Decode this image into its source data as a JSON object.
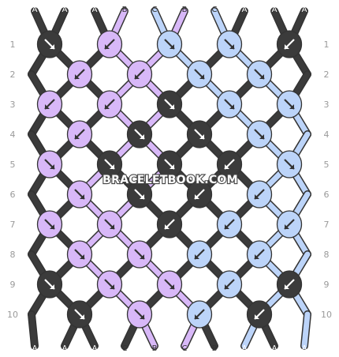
{
  "colors": {
    "A": "#3b3b3b",
    "B": "#d8b8f8",
    "C": "#bcd4f9",
    "outline": "#333333",
    "row_label": "#9a9a9a"
  },
  "strings_top": [
    "A",
    "A",
    "A",
    "B",
    "C",
    "B",
    "C",
    "A",
    "A",
    "A"
  ],
  "strings_bottom": [
    "A",
    "A",
    "A",
    "C",
    "B",
    "C",
    "B",
    "A",
    "A",
    "A"
  ],
  "row_labels": [
    "1",
    "2",
    "3",
    "4",
    "5",
    "6",
    "7",
    "8",
    "9",
    "10"
  ],
  "watermark": "BRACELETBOOK.COM",
  "rows": [
    {
      "start": 0,
      "knots": [
        {
          "c": "A",
          "d": "R"
        },
        {
          "c": "B",
          "d": "L"
        },
        {
          "c": "C",
          "d": "R"
        },
        {
          "c": "C",
          "d": "R"
        },
        {
          "c": "A",
          "d": "L"
        }
      ]
    },
    {
      "start": 1,
      "knots": [
        {
          "c": "B",
          "d": "L"
        },
        {
          "c": "B",
          "d": "L"
        },
        {
          "c": "C",
          "d": "R"
        },
        {
          "c": "C",
          "d": "R"
        }
      ]
    },
    {
      "start": 0,
      "knots": [
        {
          "c": "B",
          "d": "L"
        },
        {
          "c": "B",
          "d": "L"
        },
        {
          "c": "A",
          "d": "R"
        },
        {
          "c": "C",
          "d": "R"
        },
        {
          "c": "C",
          "d": "R"
        }
      ]
    },
    {
      "start": 1,
      "knots": [
        {
          "c": "B",
          "d": "L"
        },
        {
          "c": "A",
          "d": "R"
        },
        {
          "c": "A",
          "d": "R"
        },
        {
          "c": "C",
          "d": "R"
        }
      ]
    },
    {
      "start": 0,
      "knots": [
        {
          "c": "B",
          "d": "R"
        },
        {
          "c": "A",
          "d": "R"
        },
        {
          "c": "A",
          "d": "R"
        },
        {
          "c": "A",
          "d": "L"
        },
        {
          "c": "C",
          "d": "R"
        }
      ]
    },
    {
      "start": 1,
      "knots": [
        {
          "c": "B",
          "d": "R"
        },
        {
          "c": "A",
          "d": "R"
        },
        {
          "c": "A",
          "d": "L"
        },
        {
          "c": "C",
          "d": "L"
        }
      ]
    },
    {
      "start": 0,
      "knots": [
        {
          "c": "B",
          "d": "R"
        },
        {
          "c": "B",
          "d": "R"
        },
        {
          "c": "A",
          "d": "L"
        },
        {
          "c": "C",
          "d": "L"
        },
        {
          "c": "C",
          "d": "L"
        }
      ]
    },
    {
      "start": 1,
      "knots": [
        {
          "c": "B",
          "d": "R"
        },
        {
          "c": "B",
          "d": "R"
        },
        {
          "c": "C",
          "d": "L"
        },
        {
          "c": "C",
          "d": "L"
        }
      ]
    },
    {
      "start": 0,
      "knots": [
        {
          "c": "A",
          "d": "R"
        },
        {
          "c": "B",
          "d": "R"
        },
        {
          "c": "B",
          "d": "R"
        },
        {
          "c": "C",
          "d": "L"
        },
        {
          "c": "A",
          "d": "L"
        }
      ]
    },
    {
      "start": 1,
      "knots": [
        {
          "c": "A",
          "d": "R"
        },
        {
          "c": "B",
          "d": "R"
        },
        {
          "c": "C",
          "d": "L"
        },
        {
          "c": "A",
          "d": "L"
        }
      ]
    }
  ]
}
